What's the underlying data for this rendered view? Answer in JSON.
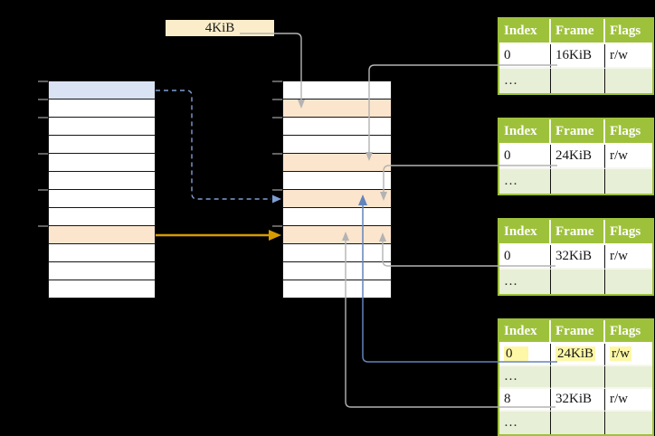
{
  "size_label": {
    "text": "4KiB"
  },
  "page_tables": {
    "headers": [
      "Index",
      "Frame",
      "Flags"
    ],
    "tables": [
      {
        "id": "frame-16kib",
        "rows": [
          [
            "0",
            "16KiB",
            "r/w"
          ],
          [
            "…",
            "",
            ""
          ]
        ]
      },
      {
        "id": "frame-24kib",
        "rows": [
          [
            "0",
            "24KiB",
            "r/w"
          ],
          [
            "…",
            "",
            ""
          ]
        ]
      },
      {
        "id": "frame-32kib",
        "rows": [
          [
            "0",
            "32KiB",
            "r/w"
          ],
          [
            "…",
            "",
            ""
          ]
        ]
      },
      {
        "id": "frame-mixed",
        "rows": [
          [
            "0",
            "24KiB",
            "r/w"
          ],
          [
            "…",
            "",
            ""
          ],
          [
            "8",
            "32KiB",
            "r/w"
          ],
          [
            "…",
            "",
            ""
          ]
        ],
        "highlighted_row": 0
      }
    ]
  },
  "colors": {
    "green": "#9ec13b",
    "row_green": "#e8efd7",
    "peach": "#fce5cd",
    "blue_row": "#dae3f3",
    "cream": "#fbedca",
    "yellow": "#fdf7a6",
    "grey_line": "#b3b3b3",
    "blue_line": "#6383bb",
    "dash_blue": "#7d9ed2",
    "orange_line": "#d79b00",
    "tick_grey": "#828282"
  }
}
